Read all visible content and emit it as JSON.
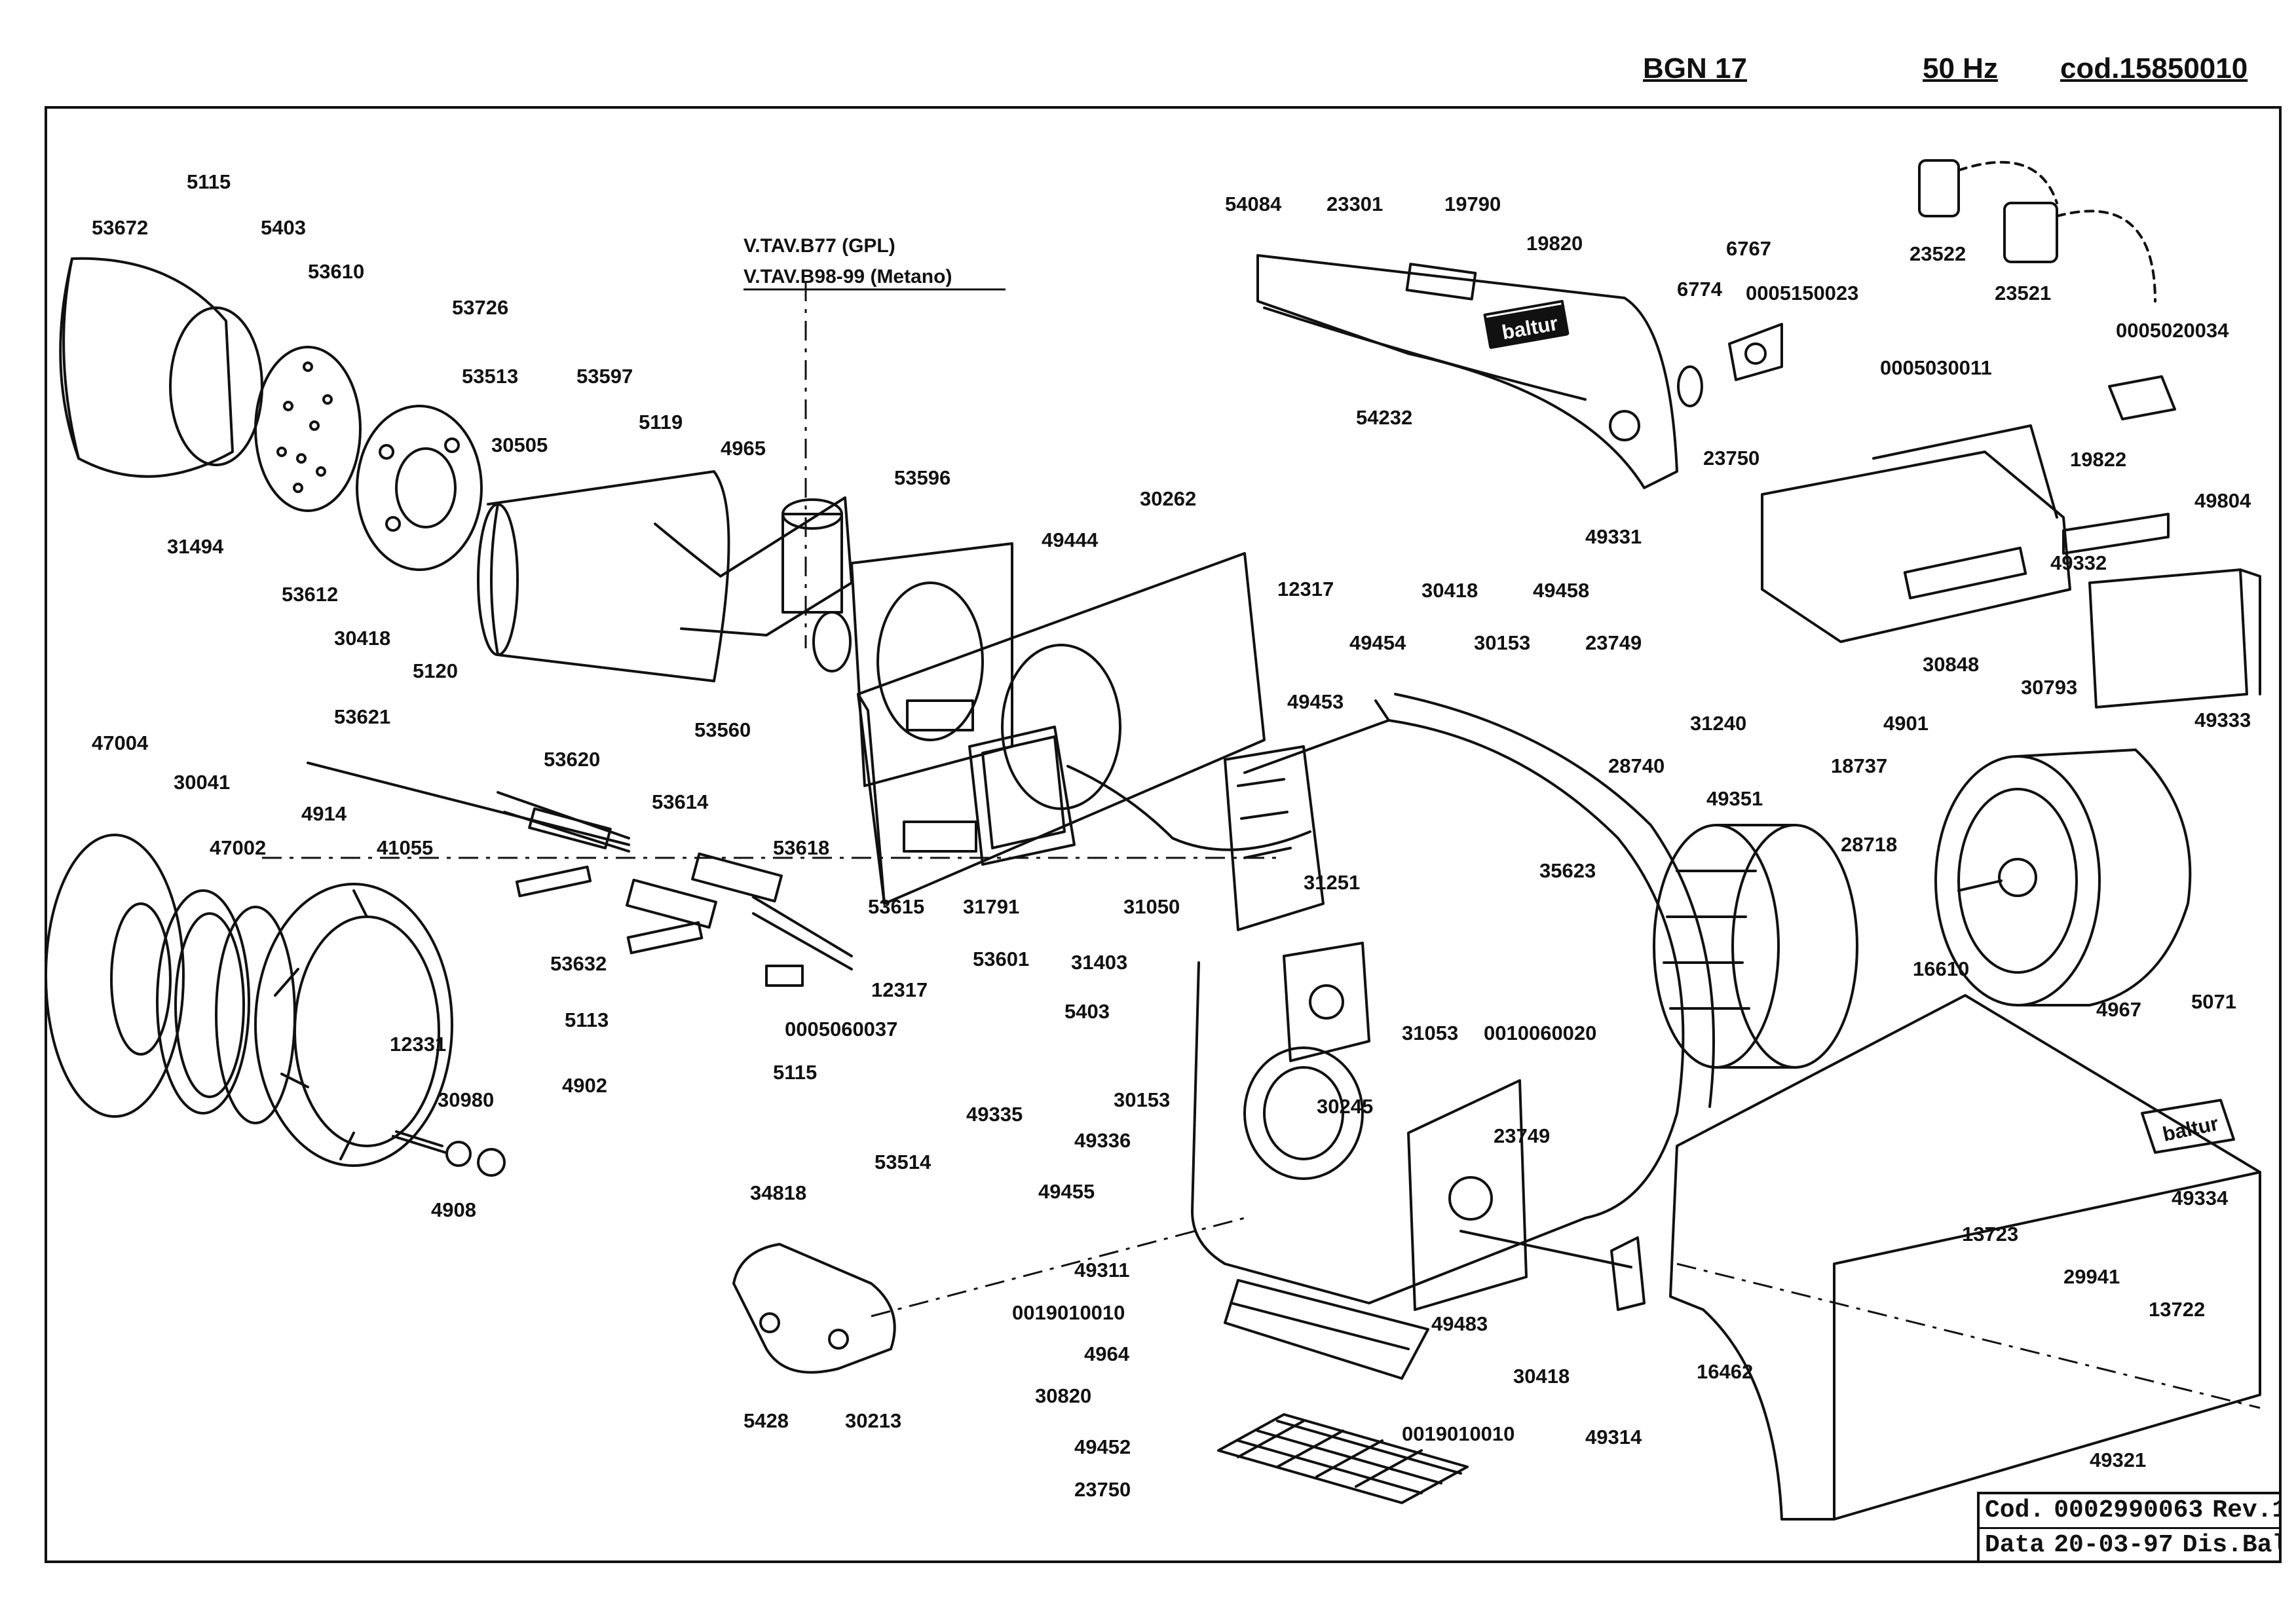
{
  "header": {
    "model": "BGN 17",
    "frequency": "50 Hz",
    "code": "cod.15850010"
  },
  "notes": {
    "valve_gpl": "V.TAV.B77 (GPL)",
    "valve_metano": "V.TAV.B98-99 (Metano)"
  },
  "brand": "baltur",
  "title_block": {
    "code_label": "Cod.",
    "code": "0002990063",
    "revision": "Rev.1",
    "date_label": "Data",
    "date": "20-03-97",
    "drawn_by": "Dis.Balboni D."
  },
  "part_labels": [
    "5115",
    "53672",
    "5403",
    "53610",
    "53726",
    "53513",
    "53597",
    "30505",
    "31494",
    "53612",
    "30418",
    "5120",
    "5119",
    "4965",
    "53596",
    "53560",
    "54084",
    "23301",
    "19790",
    "19820",
    "6774",
    "6767",
    "0005150023",
    "54232",
    "23750",
    "23522",
    "23521",
    "0005020034",
    "0005030011",
    "19822",
    "49804",
    "49331",
    "49332",
    "30848",
    "30793",
    "49333",
    "49444",
    "30262",
    "12317",
    "30418",
    "49458",
    "49454",
    "30153",
    "23749",
    "31240",
    "18737",
    "4901",
    "28740",
    "49453",
    "53621",
    "47004",
    "30041",
    "53620",
    "47002",
    "4914",
    "41055",
    "53614",
    "53618",
    "53615",
    "31791",
    "31050",
    "31251",
    "35623",
    "49351",
    "28718",
    "16610",
    "4967",
    "5071",
    "53632",
    "5113",
    "4902",
    "12331",
    "30980",
    "4908",
    "0005060037",
    "53601",
    "12317",
    "5403",
    "5115",
    "53514",
    "49335",
    "49336",
    "30153",
    "31403",
    "31053",
    "0010060020",
    "30245",
    "23749",
    "49455",
    "34818",
    "49311",
    "0019010010",
    "4964",
    "30820",
    "49452",
    "23750",
    "5428",
    "30213",
    "0019010010",
    "49483",
    "30418",
    "16462",
    "49314",
    "49334",
    "13723",
    "29941",
    "13722",
    "49321"
  ]
}
